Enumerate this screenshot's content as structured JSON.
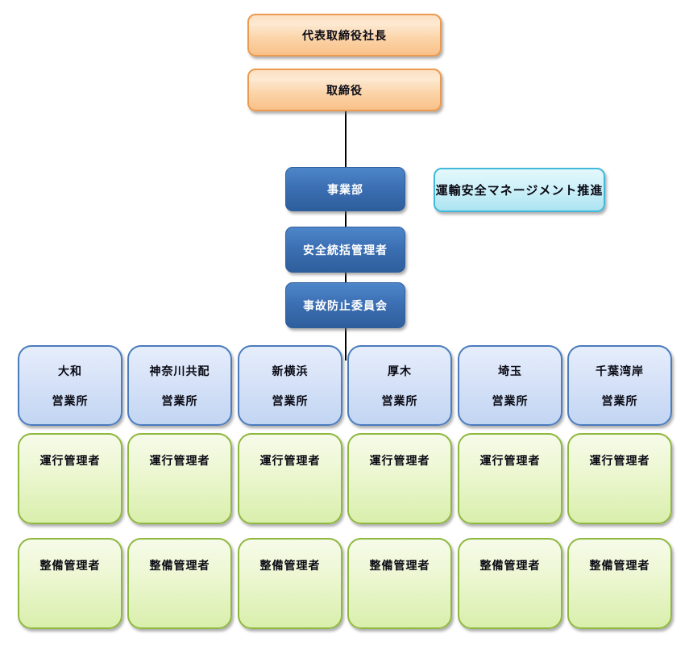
{
  "org_chart": {
    "executives": [
      {
        "label": "代表取締役社長"
      },
      {
        "label": "取締役"
      }
    ],
    "division_chain": [
      {
        "label": "事業部"
      },
      {
        "label": "安全統括管理者"
      },
      {
        "label": "事故防止委員会"
      }
    ],
    "side_note": {
      "label": "運輸安全マネージメント推進"
    },
    "offices": [
      {
        "name": "大和",
        "type": "営業所"
      },
      {
        "name": "神奈川共配",
        "type": "営業所"
      },
      {
        "name": "新横浜",
        "type": "営業所"
      },
      {
        "name": "厚木",
        "type": "営業所"
      },
      {
        "name": "埼玉",
        "type": "営業所"
      },
      {
        "name": "千葉湾岸",
        "type": "営業所"
      }
    ],
    "roles": {
      "operation_manager": "運行管理者",
      "maintenance_manager": "整備管理者"
    },
    "colors": {
      "executive_fill": "#FBD3A6",
      "executive_border": "#EC9A4F",
      "division_fill": "#3C70B4",
      "division_text": "#FFFFFF",
      "side_note_fill": "#CFF1F9",
      "side_note_border": "#41B9DA",
      "office_fill": "#D6E2F8",
      "office_border": "#4A7CBE",
      "role_fill": "#EDF7D3",
      "role_border": "#8FB83F",
      "connector": "#000000"
    }
  }
}
